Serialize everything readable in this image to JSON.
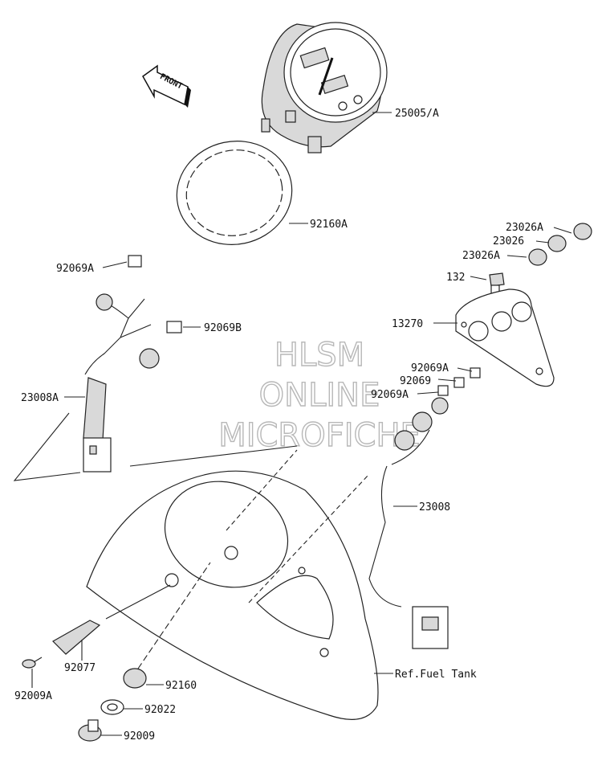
{
  "watermark": {
    "line1": "HLSM",
    "line2": "ONLINE",
    "line3": "MICROFICHE"
  },
  "front_badge": {
    "text": "FRONT"
  },
  "callouts": {
    "meter_assembly": "25005/A",
    "meter_ring": "92160A",
    "cap_a_top": "23026A",
    "cap": "23026",
    "cap_a_bottom": "23026A",
    "bolt_132": "132",
    "bracket": "13270",
    "bulb_a_left": "92069A",
    "bulb_b": "92069B",
    "harness_left": "23008A",
    "bulb_a_right_top": "92069A",
    "bulb_right": "92069",
    "bulb_a_right_bottom": "92069A",
    "harness_right": "23008",
    "ref_fuel_tank": "Ref.Fuel Tank",
    "knob": "92077",
    "screw": "92009A",
    "grommet": "92160",
    "washer": "92022",
    "bolt_92009": "92009"
  }
}
